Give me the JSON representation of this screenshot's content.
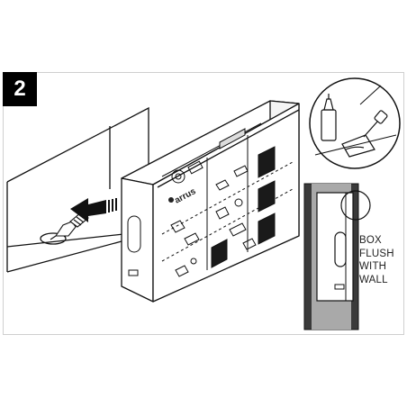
{
  "step": {
    "number": "2"
  },
  "box": {
    "brand": "arrus"
  },
  "callout": {
    "lines": [
      "BOX",
      "FLUSH",
      "WITH",
      "WALL"
    ]
  },
  "colors": {
    "badge": "#000000",
    "line": "#111111",
    "wall_shade": "#3a3a3a"
  },
  "icons": [
    "push-arrow-icon",
    "cable-connector-icon",
    "caulk-tube-icon",
    "trowel-icon"
  ]
}
